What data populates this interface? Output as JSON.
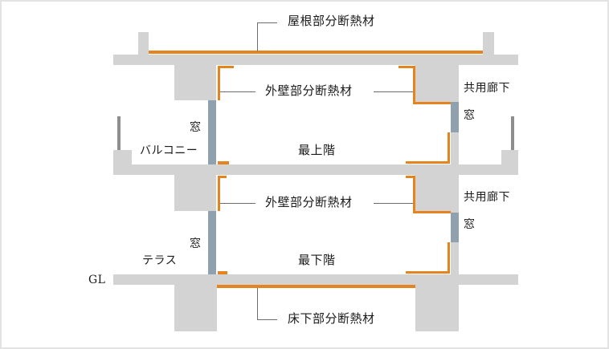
{
  "diagram": {
    "type": "building-section-insulation",
    "colors": {
      "concrete": "#d3d3d4",
      "insulation": "#e5831f",
      "window": "#8fa1ae",
      "railing": "#8e8e8e",
      "leader_line": "#6d6d6d",
      "frame_border": "#e3e3e3"
    },
    "labels": {
      "roof_insulation": "屋根部分断熱材",
      "wall_insulation_upper": "外壁部分断熱材",
      "wall_insulation_lower": "外壁部分断熱材",
      "floor_insulation": "床下部分断熱材",
      "top_floor": "最上階",
      "bottom_floor": "最下階",
      "window_left_upper": "窓",
      "window_left_lower": "窓",
      "window_right_upper": "窓",
      "window_right_lower": "窓",
      "balcony": "バルコニー",
      "terrace": "テラス",
      "corridor_upper": "共用廊下",
      "corridor_lower": "共用廊下",
      "ground_level": "GL"
    }
  }
}
